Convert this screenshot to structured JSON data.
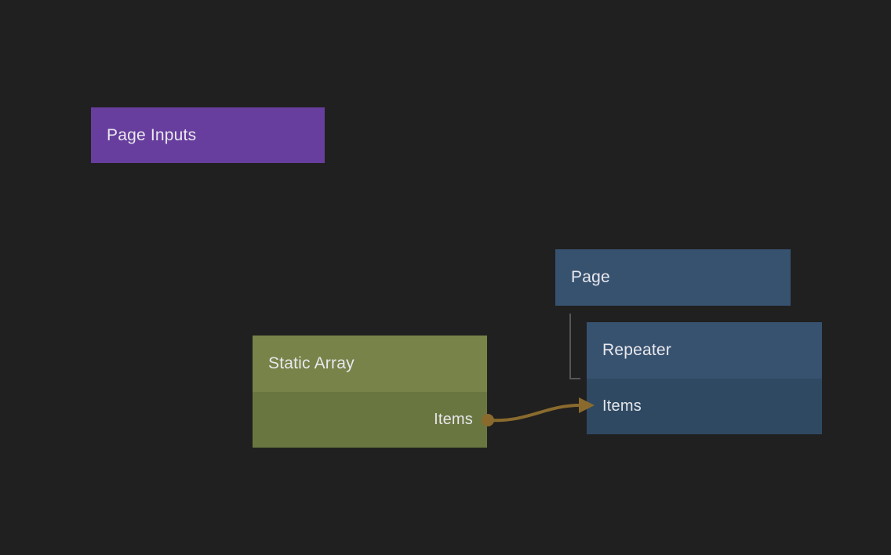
{
  "canvas": {
    "background": "#202020"
  },
  "colors": {
    "page_inputs_node": "#673d9d",
    "page_header": "#37526f",
    "repeater_header": "#37526f",
    "repeater_body": "#2f4962",
    "static_array_header": "#778349",
    "static_array_body": "#6a7640",
    "wire": "#8a6b2d",
    "hierarchy_line": "#55565a",
    "text": "#e9e8ee"
  },
  "nodes": {
    "page_inputs": {
      "title": "Page Inputs"
    },
    "page": {
      "title": "Page"
    },
    "repeater": {
      "title": "Repeater",
      "items_label": "Items"
    },
    "static_array": {
      "title": "Static Array",
      "items_label": "Items"
    }
  }
}
